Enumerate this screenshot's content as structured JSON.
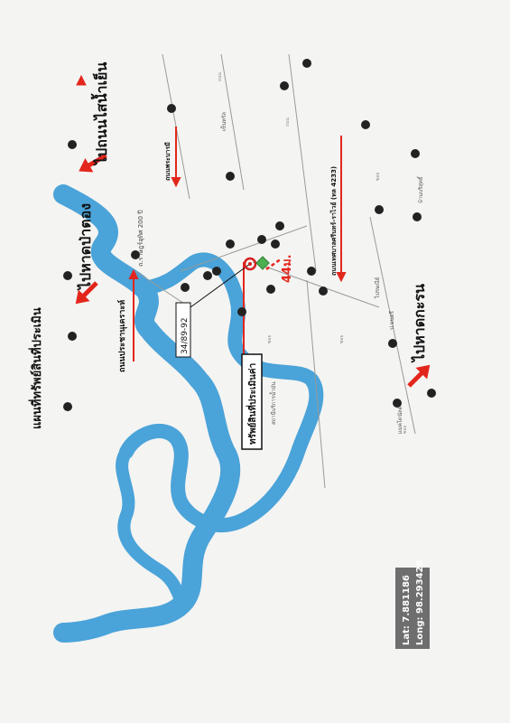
{
  "map": {
    "title": "แผนที่ทรัพย์สินที่ประเมิน",
    "property_label": "ทรัพย์สินที่ประเมินค่า",
    "plot_number": "34/89-92",
    "distance": "44ม.",
    "scale_hint": "ถ.ราษฎร์อุทิศ 200 ปี",
    "directions": [
      {
        "label": "ไปถนนไสน้ำเย็น"
      },
      {
        "label": "ไปหาดป่าตอง"
      },
      {
        "label": "ไปหาดกะรน"
      }
    ],
    "roads": [
      {
        "label": "ถนนพระบารมี"
      },
      {
        "label": "ถนนประชานุเคราะห์"
      },
      {
        "label": "ถนนเทศบาลศรีนทร์-ราไวย์ (ทล 4233)"
      }
    ],
    "poi_labels": [
      "ไปรษณีย์",
      "ป.มนตรี",
      "บ้านบริสุทธิ์",
      "เซ็นทรัล",
      "แมคโดนัลด์",
      "สถานีบริการน้ำมัน"
    ],
    "coordinates": {
      "lat": "Lat: 7.881186",
      "long": "Long: 98.293428"
    }
  },
  "colors": {
    "river": "#4aa3d9",
    "arrow": "#e3261c",
    "marker": "#d61f1f",
    "diamond": "#4caf50",
    "coord_bg": "#6e6e6e"
  }
}
